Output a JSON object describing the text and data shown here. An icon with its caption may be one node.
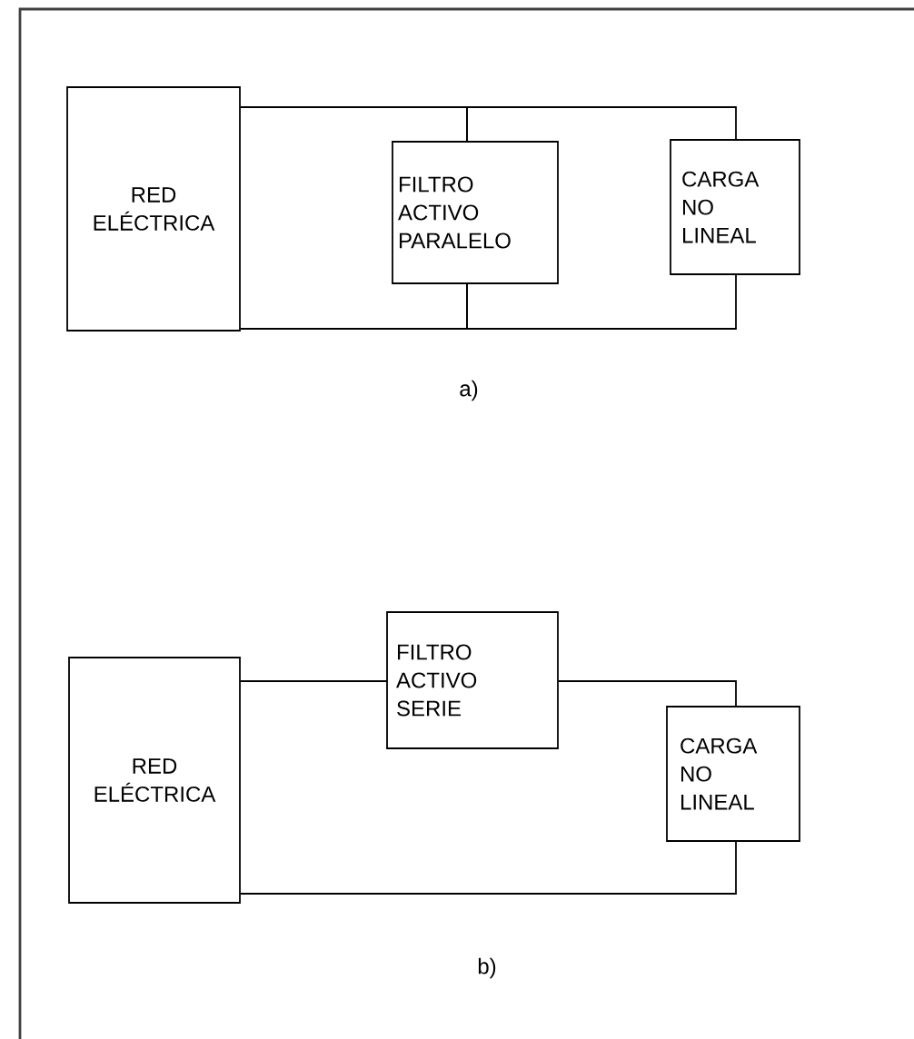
{
  "diagram": {
    "nodes": [
      {
        "text": [
          "RED ELÉCTRICA"
        ]
      },
      {
        "text": [
          "FILTRO ACTIVO PARALELO"
        ]
      },
      {
        "text": [
          "CARGA NO LINEAL"
        ]
      },
      {
        "text": [
          "RED ELÉCTRICA"
        ]
      },
      {
        "text": [
          "FILTRO ACTIVO SERIE"
        ]
      },
      {
        "text": [
          "CARGA NO LINEAL"
        ]
      }
    ],
    "edges": [
      {
        "from": 0,
        "to": 1,
        "arrow": "none"
      },
      {
        "from": 1,
        "to": 2,
        "arrow": "none"
      },
      {
        "from": 0,
        "to": 1,
        "arrow": "none"
      },
      {
        "from": 1,
        "to": 2,
        "arrow": "none"
      },
      {
        "from": 3,
        "to": 4,
        "arrow": "none"
      },
      {
        "from": 4,
        "to": 5,
        "arrow": "none"
      },
      {
        "from": 3,
        "to": 5,
        "arrow": "none"
      }
    ],
    "labels": [
      "a)",
      "b)"
    ]
  }
}
